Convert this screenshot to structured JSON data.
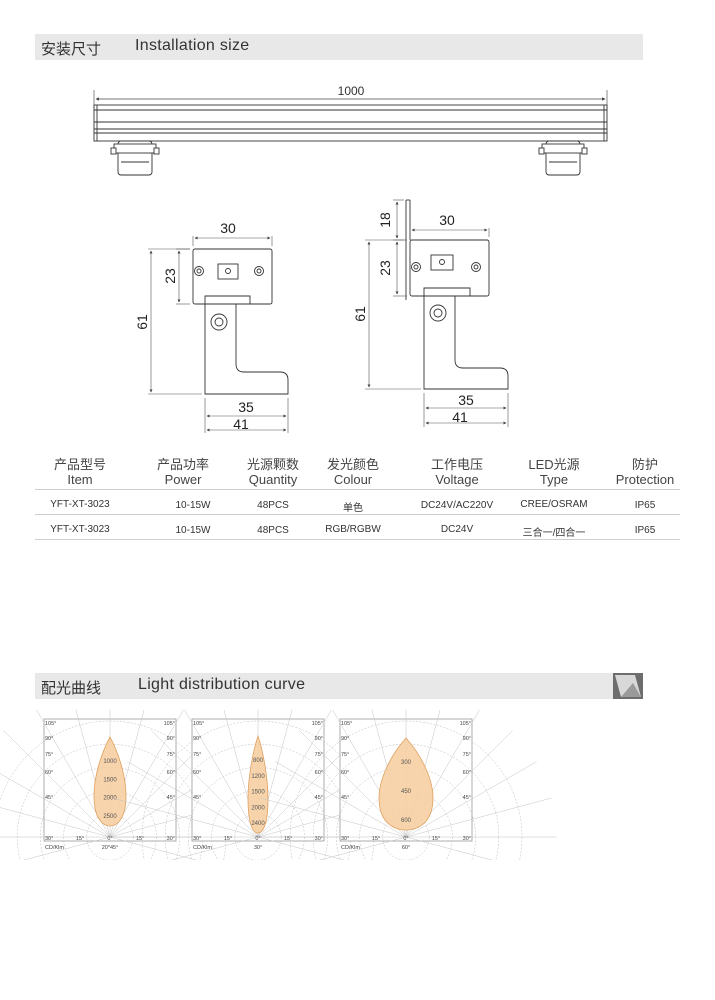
{
  "installation": {
    "title_cn": "安装尺寸",
    "title_en": "Installation size",
    "dims": {
      "length": "1000",
      "w30a": "30",
      "h23a": "23",
      "h61a": "61",
      "w35a": "35",
      "w41a": "41",
      "h18": "18",
      "w30b": "30",
      "h23b": "23",
      "h61b": "61",
      "w35b": "35",
      "w41b": "41"
    }
  },
  "spec_table": {
    "headers": [
      {
        "cn": "产品型号",
        "en": "Item"
      },
      {
        "cn": "产品功率",
        "en": "Power"
      },
      {
        "cn": "光源颗数",
        "en": "Quantity"
      },
      {
        "cn": "发光颜色",
        "en": "Colour"
      },
      {
        "cn": "工作电压",
        "en": "Voltage"
      },
      {
        "cn": "LED光源",
        "en": "Type"
      },
      {
        "cn": "防护",
        "en": "Protection"
      }
    ],
    "rows": [
      [
        "YFT-XT-3023",
        "10-15W",
        "48PCS",
        "单色",
        "DC24V/AC220V",
        "CREE/OSRAM",
        "IP65"
      ],
      [
        "YFT-XT-3023",
        "10-15W",
        "48PCS",
        "RGB/RGBW",
        "DC24V",
        "三合一/四合一",
        "IP65"
      ]
    ]
  },
  "light_distribution": {
    "title_cn": "配光曲线",
    "title_en": "Light distribution curve",
    "angle_labels": {
      "a105": "105°",
      "a90": "90°",
      "a75": "75°",
      "a60": "60°",
      "a45": "45°",
      "a30": "30°",
      "a15": "15°",
      "a0": "0°"
    },
    "unit": "CD/Klm",
    "charts": [
      {
        "beam": "20*45°",
        "rings": [
          "1000",
          "1500",
          "2000",
          "2500"
        ]
      },
      {
        "beam": "30°",
        "rings": [
          "800",
          "1200",
          "1500",
          "2000",
          "2400"
        ]
      },
      {
        "beam": "60°",
        "rings": [
          "300",
          "450",
          "600"
        ]
      }
    ]
  }
}
